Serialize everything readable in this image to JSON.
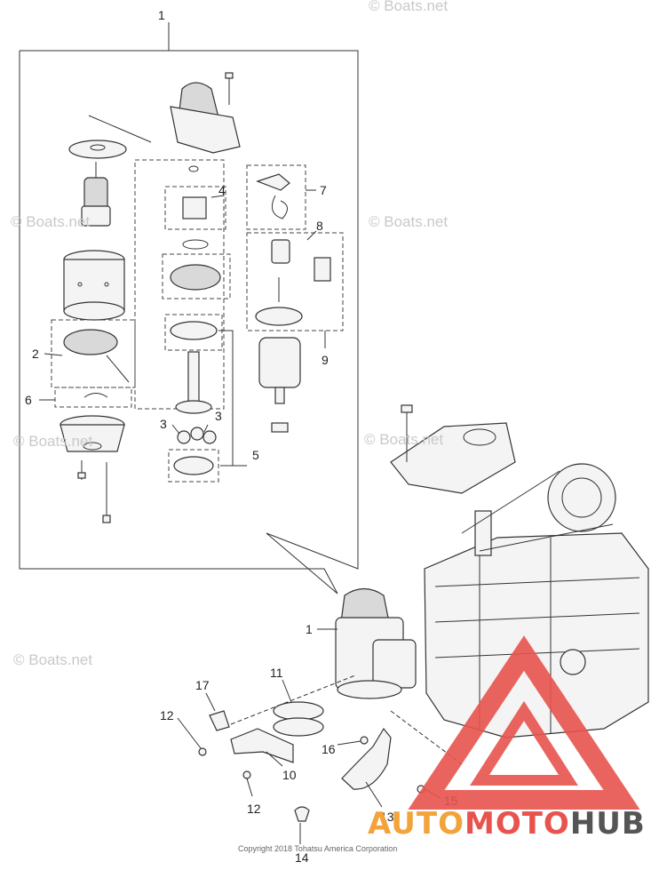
{
  "callouts": {
    "c1_top": "1",
    "c2": "2",
    "c3a": "3",
    "c3b": "3",
    "c4": "4",
    "c5": "5",
    "c6": "6",
    "c7": "7",
    "c8": "8",
    "c9": "9",
    "c1_main": "1",
    "c10": "10",
    "c11": "11",
    "c12a": "12",
    "c12b": "12",
    "c13": "13",
    "c14": "14",
    "c15": "15",
    "c16": "16",
    "c17": "17"
  },
  "watermarks": [
    "© Boats.net",
    "© Boats.net",
    "© Boats.net",
    "© Boats.net",
    "© Boats.net",
    "© Boats.net"
  ],
  "copyright": "Copyright 2018 Tohatsu America Corporation",
  "brand": {
    "part1": "AUTO",
    "part2": "MOTO",
    "part3": "HUB",
    "color_auto": "#f2a33a",
    "color_moto": "#e8534e",
    "color_hub": "#555555"
  },
  "colors": {
    "triangle": "#e8534e",
    "line": "#333333"
  }
}
